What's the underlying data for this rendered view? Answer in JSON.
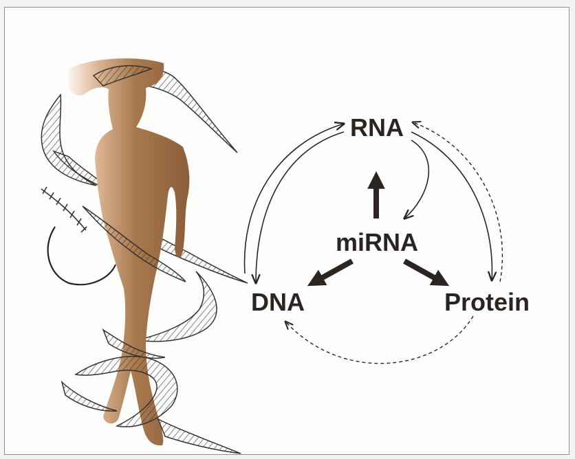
{
  "diagram": {
    "nodes": {
      "rna": "RNA",
      "mirna": "miRNA",
      "dna": "DNA",
      "protein": "Protein"
    },
    "colors": {
      "ink": "#2b2423",
      "skin": "#a9794e",
      "skin_light": "#d9b390",
      "helix": "#333333",
      "frame": "#8e8e8e"
    }
  }
}
